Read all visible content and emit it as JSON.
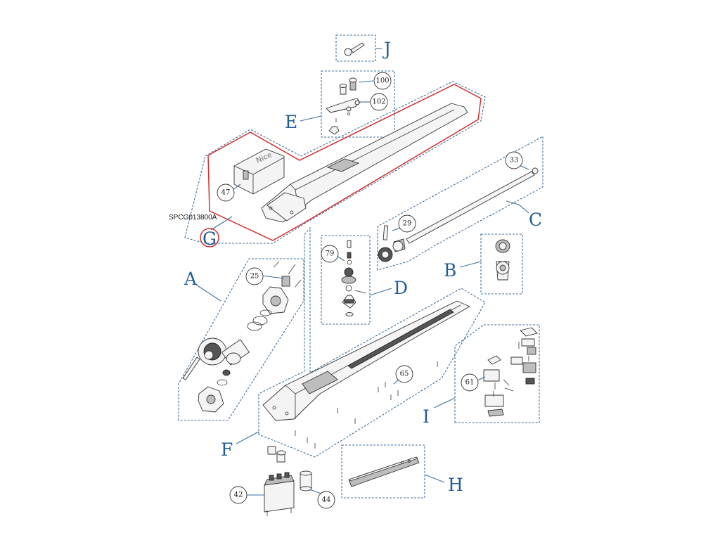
{
  "drawing_code": "SPCG013800A",
  "brand_mark": "Nice",
  "groups": {
    "A": "A",
    "B": "B",
    "C": "C",
    "D": "D",
    "E": "E",
    "F": "F",
    "G": "G",
    "H": "H",
    "I": "I",
    "J": "J"
  },
  "part_numbers": {
    "p100": "100",
    "p102": "102",
    "p47": "47",
    "p33": "33",
    "p29": "29",
    "p79": "79",
    "p25": "25",
    "p65": "65",
    "p61": "61",
    "p42": "42",
    "p44": "44"
  },
  "colors": {
    "group_letter": "#1f5d96",
    "dashed_outline": "#3f6f98",
    "highlight_outline": "#d32f2f"
  }
}
